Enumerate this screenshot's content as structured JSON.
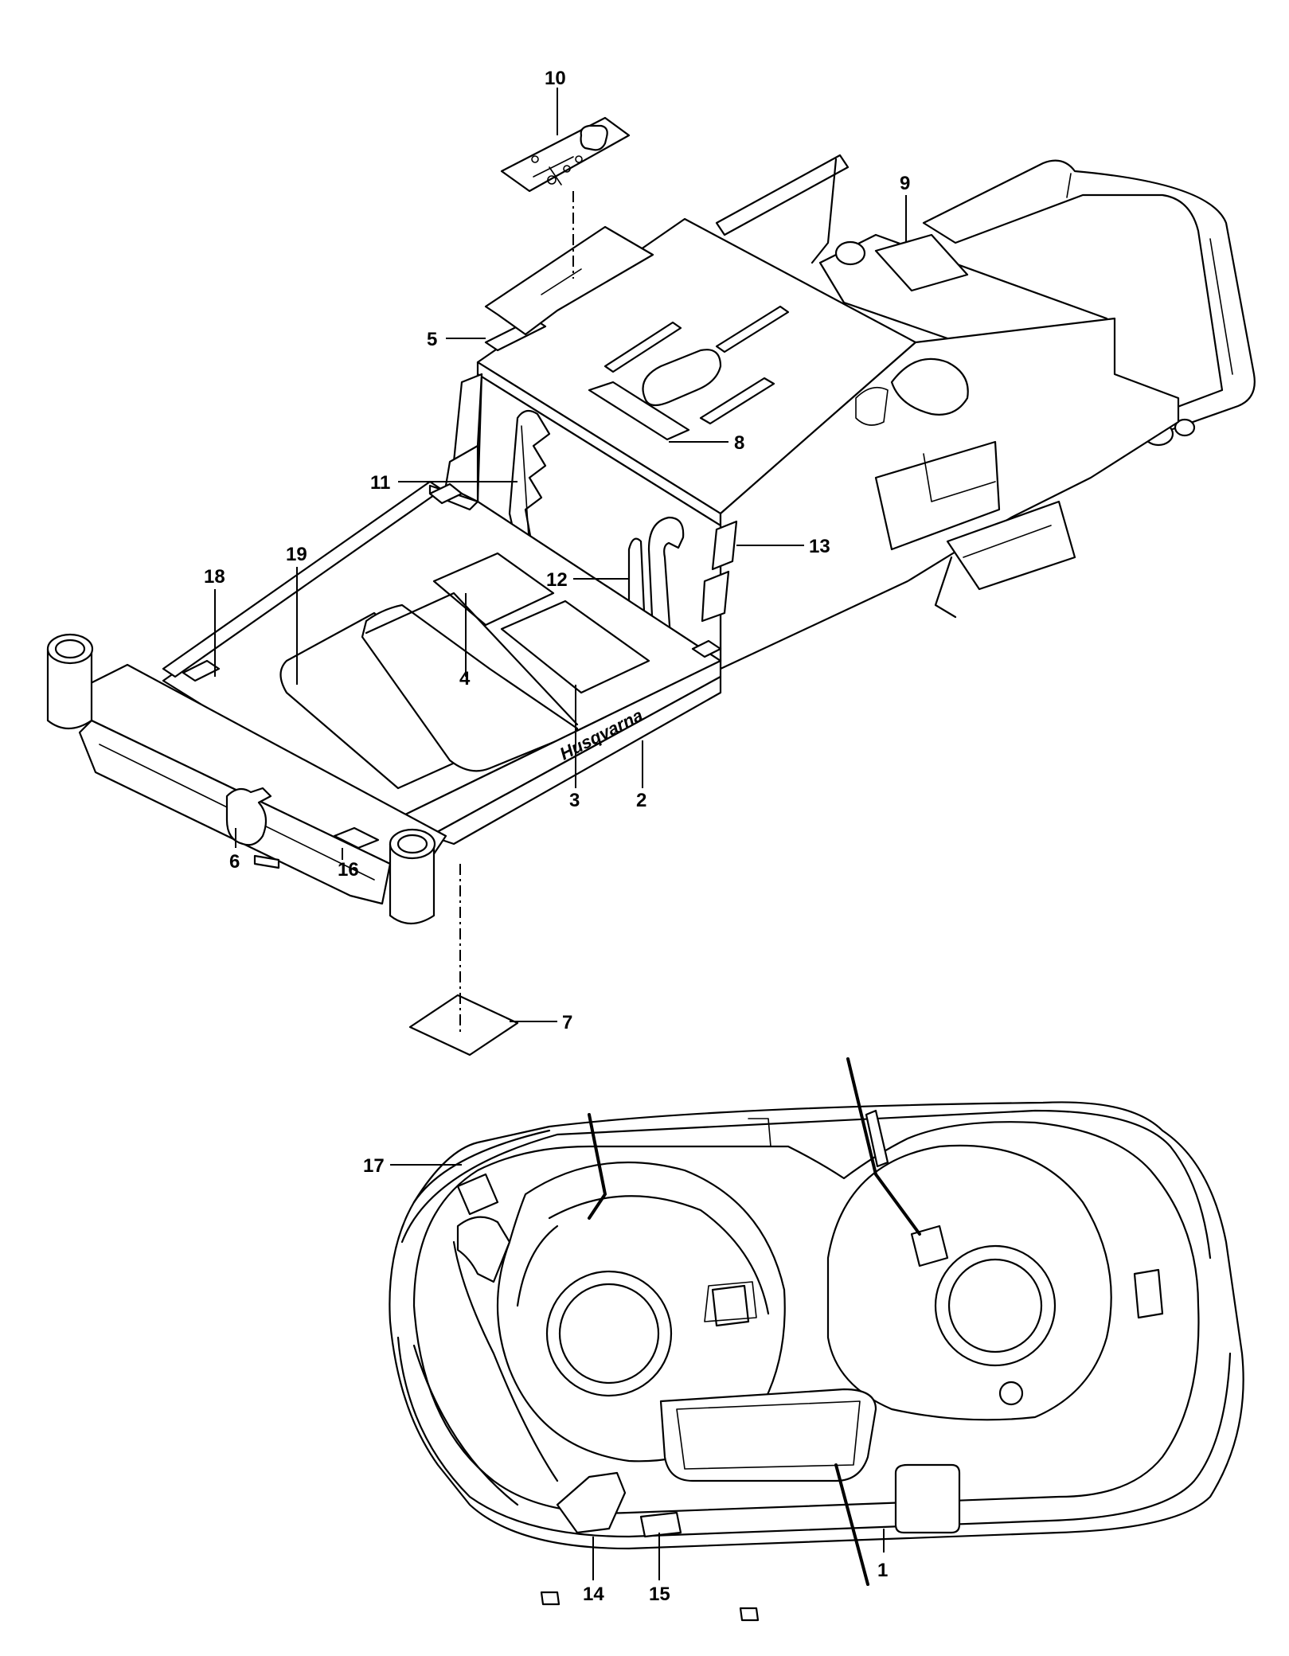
{
  "brand": {
    "logo_text": "Husqvarna"
  },
  "callouts": {
    "c1": "1",
    "c2": "2",
    "c3": "3",
    "c4": "4",
    "c5": "5",
    "c6": "6",
    "c7": "7",
    "c8": "8",
    "c9": "9",
    "c10": "10",
    "c11": "11",
    "c12": "12",
    "c13": "13",
    "c14": "14",
    "c15": "15",
    "c16": "16",
    "c17": "17",
    "c18": "18",
    "c19": "19"
  }
}
